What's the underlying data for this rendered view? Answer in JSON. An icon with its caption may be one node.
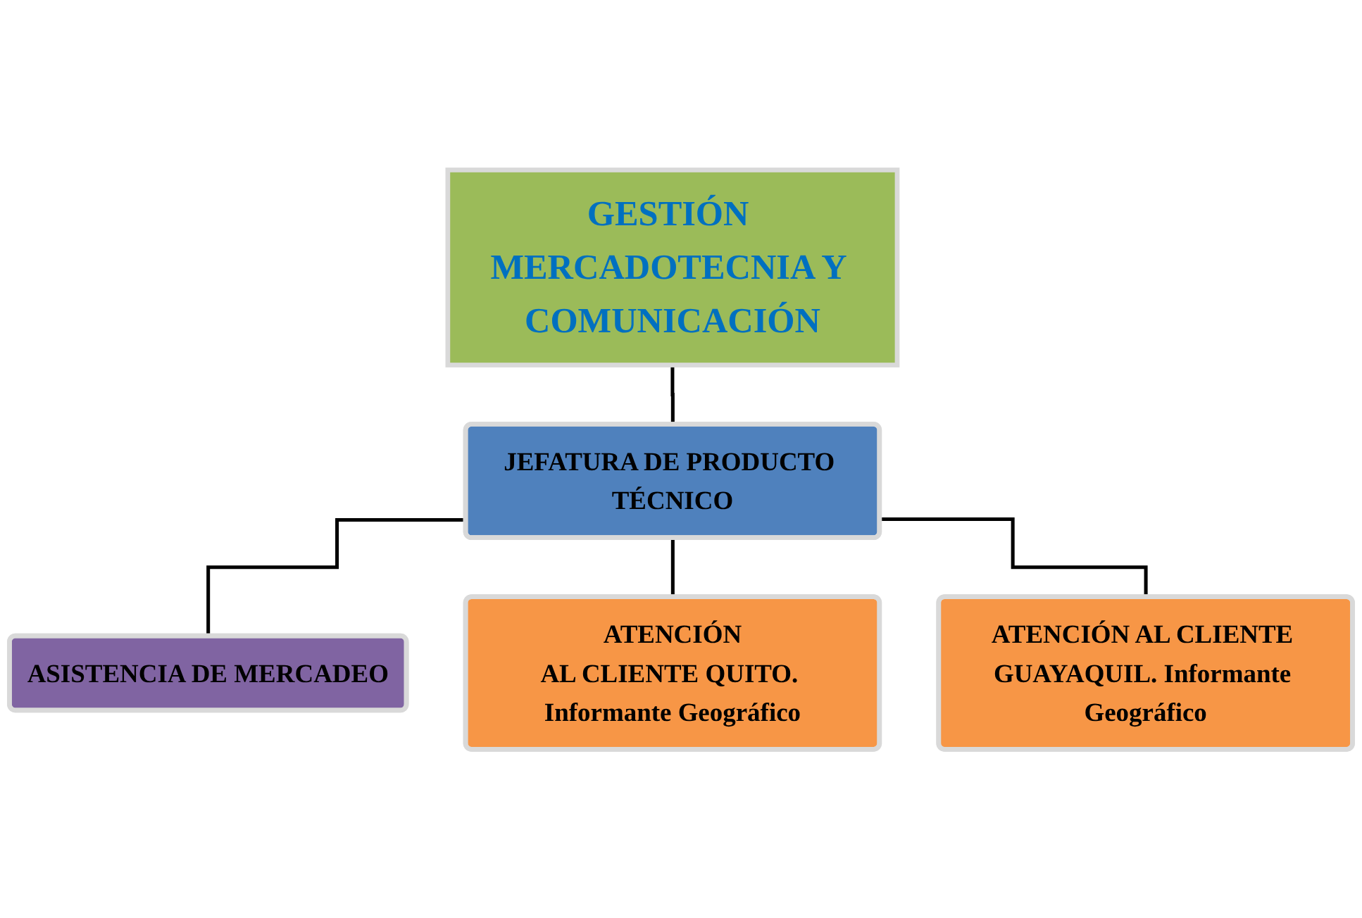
{
  "diagram": {
    "nodes": [
      {
        "text": [
          "GESTIÓN MERCADOTECNIA Y COMUNICACIÓN"
        ]
      },
      {
        "text": [
          "JEFATURA DE PRODUCTO TÉCNICO"
        ]
      },
      {
        "text": [
          "ASISTENCIA DE MERCADEO"
        ]
      },
      {
        "text": [
          "ATENCIÓN",
          "AL CLIENTE QUITO. Informante Geográfico"
        ]
      },
      {
        "text": [
          "ATENCIÓN AL CLIENTE GUAYAQUIL. Informante Geográfico"
        ]
      }
    ],
    "edges": [
      {
        "from": 0,
        "to": 1,
        "arrow": "none"
      },
      {
        "from": 1,
        "to": 2,
        "arrow": "none"
      },
      {
        "from": 1,
        "to": 3,
        "arrow": "none"
      },
      {
        "from": 1,
        "to": 4,
        "arrow": "none"
      }
    ]
  }
}
